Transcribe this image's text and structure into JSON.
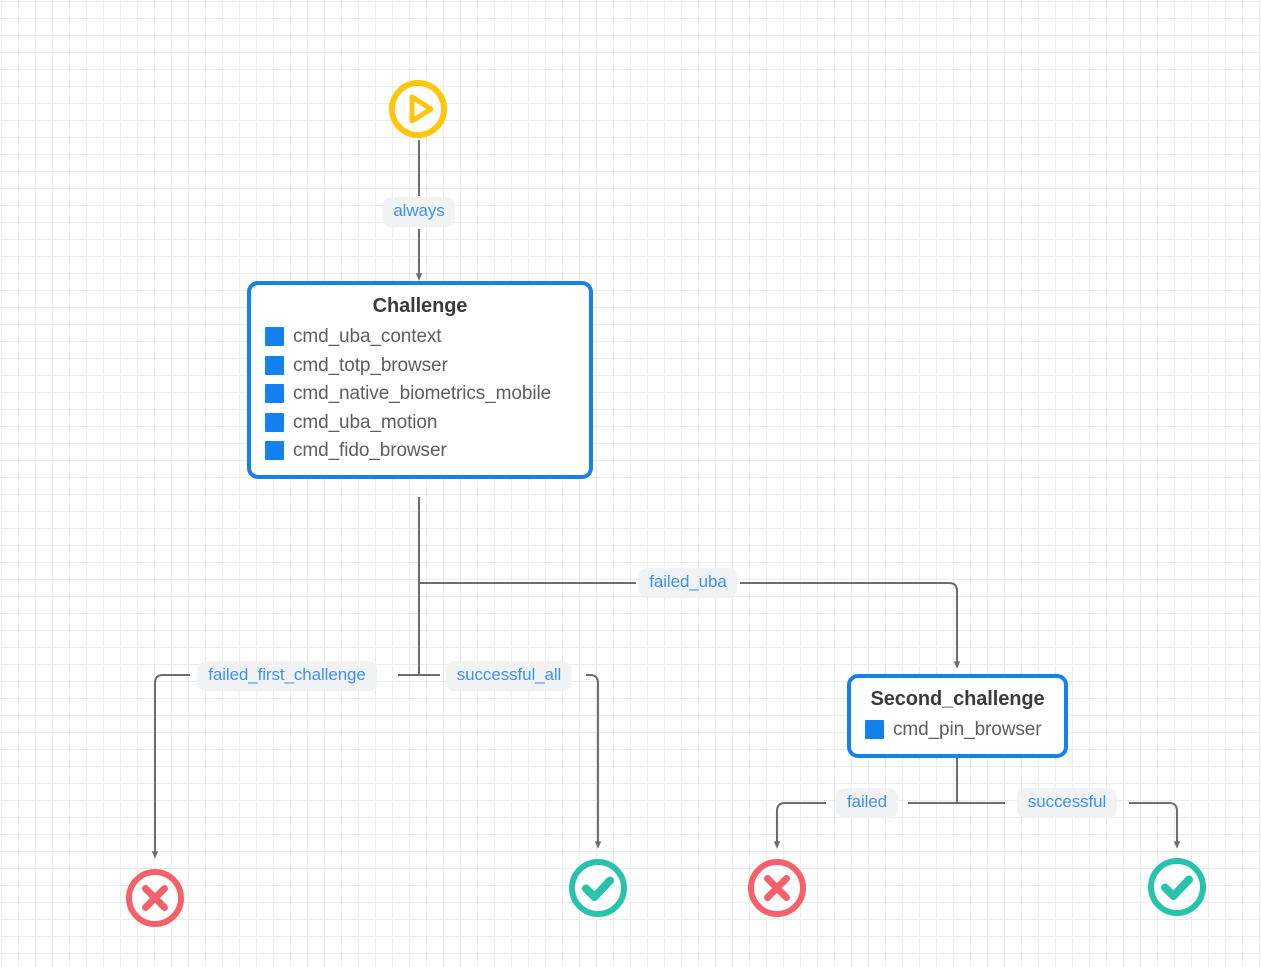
{
  "diagram": {
    "title": "Authentication challenge policy flow",
    "type": "flowchart",
    "colors": {
      "node_border": "#1580f0",
      "swatch": "#1580f0",
      "edge_label_text": "#3d93f5",
      "edge_label_bg": "#f1f2f4",
      "edge_line": "#6e6e6e",
      "start_icon": "#ffc60b",
      "fail_icon": "#f4616a",
      "success_icon": "#27c3ad",
      "grid_line": "#ececec",
      "canvas_bg": "#ffffff"
    }
  },
  "nodes": {
    "start": {
      "icon": "play-circle-icon",
      "label": "start"
    },
    "challenge": {
      "title": "Challenge",
      "items": [
        {
          "label": "cmd_uba_context"
        },
        {
          "label": "cmd_totp_browser"
        },
        {
          "label": "cmd_native_biometrics_mobile"
        },
        {
          "label": "cmd_uba_motion"
        },
        {
          "label": "cmd_fido_browser"
        }
      ]
    },
    "second_challenge": {
      "title": "Second_challenge",
      "items": [
        {
          "label": "cmd_pin_browser"
        }
      ]
    },
    "fail_first": {
      "icon": "x-circle-icon",
      "label": "failure"
    },
    "success_all": {
      "icon": "check-circle-icon",
      "label": "success"
    },
    "fail_second": {
      "icon": "x-circle-icon",
      "label": "failure"
    },
    "success_second": {
      "icon": "check-circle-icon",
      "label": "success"
    }
  },
  "edges": [
    {
      "id": "always",
      "label": "always",
      "from": "start",
      "to": "challenge"
    },
    {
      "id": "failed_uba",
      "label": "failed_uba",
      "from": "challenge",
      "to": "second_challenge"
    },
    {
      "id": "failed_first_challenge",
      "label": "failed_first_challenge",
      "from": "challenge",
      "to": "fail_first"
    },
    {
      "id": "successful_all",
      "label": "successful_all",
      "from": "challenge",
      "to": "success_all"
    },
    {
      "id": "failed",
      "label": "failed",
      "from": "second_challenge",
      "to": "fail_second"
    },
    {
      "id": "successful",
      "label": "successful",
      "from": "second_challenge",
      "to": "success_second"
    }
  ]
}
